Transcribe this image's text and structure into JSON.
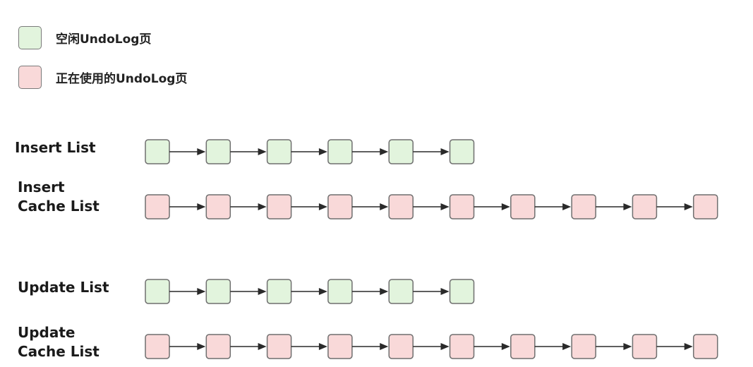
{
  "legend": [
    {
      "label": "空闲UndoLog页",
      "fill": "#e2f4dd",
      "stroke": "#7a7a7a"
    },
    {
      "label": "正在使用的UndoLog页",
      "fill": "#f9d9d9",
      "stroke": "#7a7a7a"
    }
  ],
  "lists": [
    {
      "label": "Insert List",
      "state": "free",
      "nodes": 6
    },
    {
      "label": "Insert\nCache List",
      "state": "used",
      "nodes": 10
    },
    {
      "label": "Update List",
      "state": "free",
      "nodes": 6
    },
    {
      "label": "Update\nCache List",
      "state": "used",
      "nodes": 10
    }
  ],
  "colors": {
    "free_fill": "#e2f4dd",
    "used_fill": "#f9d9d9",
    "node_stroke": "#6f6f6f",
    "arrow": "#2a2a2a"
  }
}
